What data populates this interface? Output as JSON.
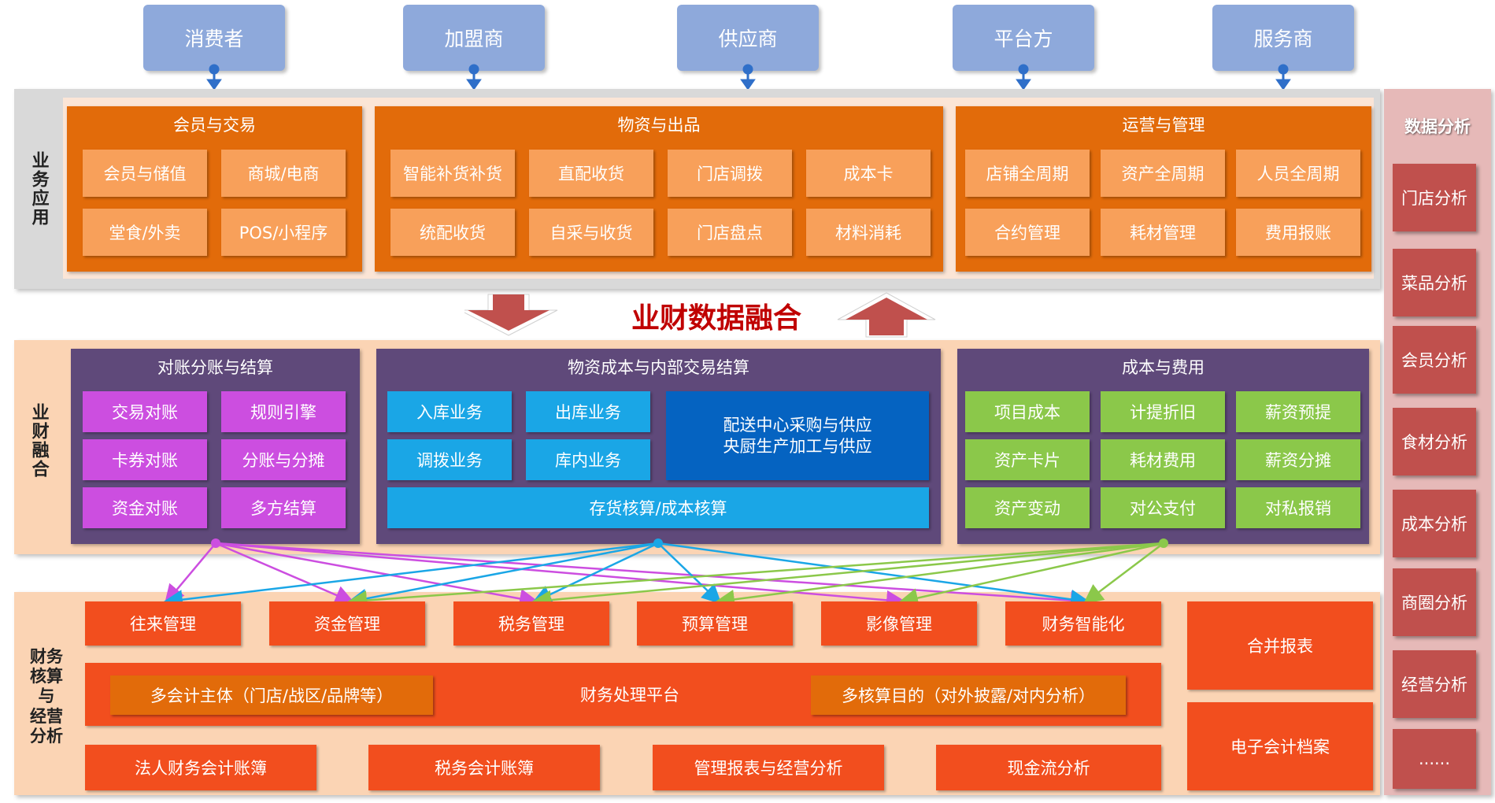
{
  "stakeholders": [
    "消费者",
    "加盟商",
    "供应商",
    "平台方",
    "服务商"
  ],
  "business_app": {
    "label": "业务应用",
    "groups": [
      {
        "title": "会员与交易",
        "items": [
          "会员与储值",
          "商城/电商",
          "堂食/外卖",
          "POS/小程序"
        ]
      },
      {
        "title": "物资与出品",
        "items": [
          "智能补货补货",
          "直配收货",
          "门店调拨",
          "成本卡",
          "统配收货",
          "自采与收货",
          "门店盘点",
          "材料消耗"
        ]
      },
      {
        "title": "运营与管理",
        "items": [
          "店铺全周期",
          "资产全周期",
          "人员全周期",
          "合约管理",
          "耗材管理",
          "费用报账"
        ]
      }
    ]
  },
  "fusion_title": "业财数据融合",
  "finance_fusion": {
    "label": "业财融合",
    "group1": {
      "title": "对账分账与结算",
      "items": [
        "交易对账",
        "规则引擎",
        "卡券对账",
        "分账与分摊",
        "资金对账",
        "多方结算"
      ]
    },
    "group2": {
      "title": "物资成本与内部交易结算",
      "items": [
        "入库业务",
        "出库业务",
        "调拨业务",
        "库内业务"
      ],
      "big_line1": "配送中心采购与供应",
      "big_line2": "央厨生产加工与供应",
      "bottom": "存货核算/成本核算"
    },
    "group3": {
      "title": "成本与费用",
      "items": [
        "项目成本",
        "计提折旧",
        "薪资预提",
        "资产卡片",
        "耗材费用",
        "薪资分摊",
        "资产变动",
        "对公支付",
        "对私报销"
      ]
    }
  },
  "accounting": {
    "label_lines": [
      "财务",
      "核算",
      "与",
      "经营",
      "分析"
    ],
    "modules": [
      "往来管理",
      "资金管理",
      "税务管理",
      "预算管理",
      "影像管理",
      "财务智能化"
    ],
    "platform": {
      "left": "多会计主体（门店/战区/品牌等）",
      "center": "财务处理平台",
      "right": "多核算目的（对外披露/对内分析）"
    },
    "books": [
      "法人财务会计账簿",
      "税务会计账簿",
      "管理报表与经营分析",
      "现金流分析"
    ],
    "right": [
      "合并报表",
      "电子会计档案"
    ]
  },
  "data_analysis": {
    "title": "数据分析",
    "items": [
      "门店分析",
      "菜品分析",
      "会员分析",
      "食材分析",
      "成本分析",
      "商圈分析",
      "经营分析",
      "......"
    ]
  },
  "colors": {
    "stakeholder": "#8ea9db",
    "business_band": "#d9d9d9",
    "business_group": "#e26b0a",
    "business_chip": "#f8a05a",
    "fusion_band": "#fbd4b4",
    "fusion_group": "#5f497a",
    "purple_chip": "#cc4ee0",
    "blue_chip": "#1aa6e6",
    "dark_blue": "#0563c1",
    "green_chip": "#8bc84a",
    "accounting_chip": "#f24e1e",
    "data_band": "#e6b9b8",
    "data_item": "#c0504d",
    "fusion_text": "#c00000"
  }
}
